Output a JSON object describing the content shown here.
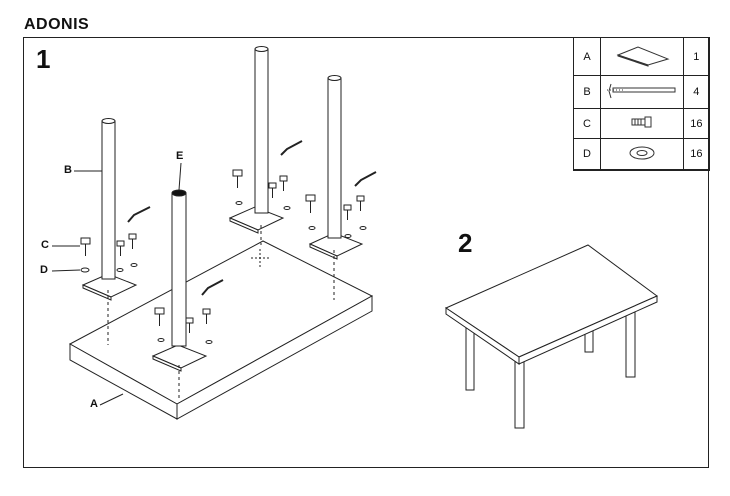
{
  "title": "ADONIS",
  "steps": {
    "one": "1",
    "two": "2"
  },
  "parts": [
    {
      "letter": "A",
      "icon": "tabletop-icon",
      "qty": "1"
    },
    {
      "letter": "B",
      "icon": "leg-icon",
      "qty": "4"
    },
    {
      "letter": "C",
      "icon": "bolt-icon",
      "qty": "16"
    },
    {
      "letter": "D",
      "icon": "washer-icon",
      "qty": "16"
    },
    {
      "letter": "",
      "icon": "",
      "qty": ""
    }
  ],
  "callouts": {
    "a": "A",
    "b": "B",
    "c": "C",
    "d": "D",
    "e": "E"
  },
  "colors": {
    "line": "#222222",
    "background": "#ffffff"
  }
}
